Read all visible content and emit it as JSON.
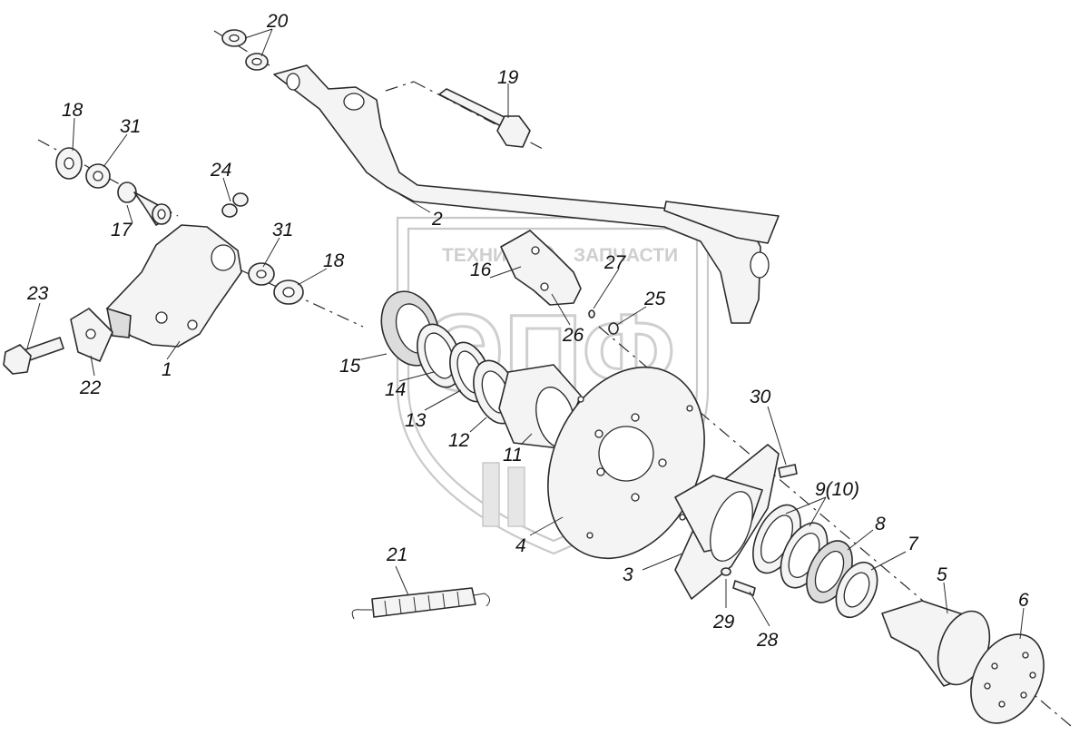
{
  "watermark": {
    "brand_left": "ТЕХНИКА",
    "brand_right": "ЗАПЧАСТИ",
    "monogram": "ЭПФ"
  },
  "callouts": [
    {
      "id": "c20",
      "text": "20"
    },
    {
      "id": "c19",
      "text": "19"
    },
    {
      "id": "c18a",
      "text": "18"
    },
    {
      "id": "c31a",
      "text": "31"
    },
    {
      "id": "c24",
      "text": "24"
    },
    {
      "id": "c17",
      "text": "17"
    },
    {
      "id": "c2",
      "text": "2"
    },
    {
      "id": "c31b",
      "text": "31"
    },
    {
      "id": "c18b",
      "text": "18"
    },
    {
      "id": "c16",
      "text": "16"
    },
    {
      "id": "c27",
      "text": "27"
    },
    {
      "id": "c25",
      "text": "25"
    },
    {
      "id": "c23",
      "text": "23"
    },
    {
      "id": "c26",
      "text": "26"
    },
    {
      "id": "c15",
      "text": "15"
    },
    {
      "id": "c1",
      "text": "1"
    },
    {
      "id": "c22",
      "text": "22"
    },
    {
      "id": "c14",
      "text": "14"
    },
    {
      "id": "c13",
      "text": "13"
    },
    {
      "id": "c12",
      "text": "12"
    },
    {
      "id": "c11",
      "text": "11"
    },
    {
      "id": "c30",
      "text": "30"
    },
    {
      "id": "c9",
      "text": "9(10)"
    },
    {
      "id": "c8",
      "text": "8"
    },
    {
      "id": "c7",
      "text": "7"
    },
    {
      "id": "c4",
      "text": "4"
    },
    {
      "id": "c3",
      "text": "3"
    },
    {
      "id": "c5",
      "text": "5"
    },
    {
      "id": "c6",
      "text": "6"
    },
    {
      "id": "c21",
      "text": "21"
    },
    {
      "id": "c29",
      "text": "29"
    },
    {
      "id": "c28",
      "text": "28"
    }
  ]
}
